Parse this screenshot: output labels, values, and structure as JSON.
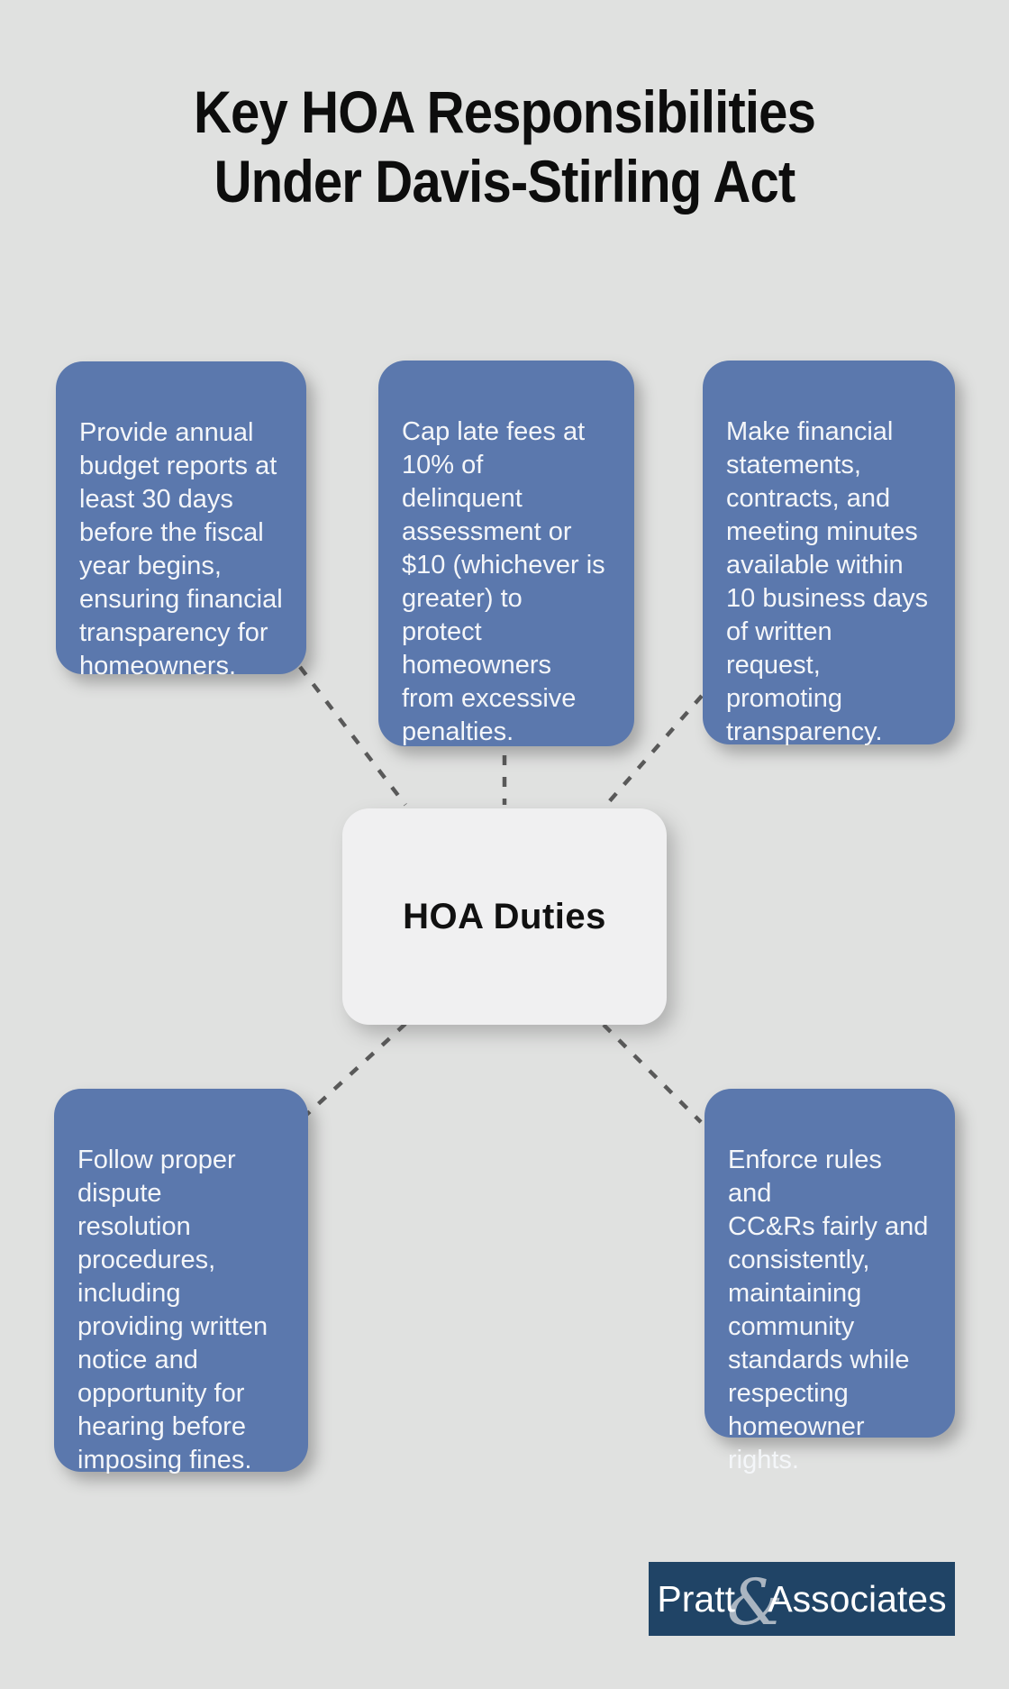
{
  "title": {
    "line1": "Key HOA Responsibilities",
    "line2": "Under Davis-Stirling Act"
  },
  "center": {
    "label": "HOA Duties"
  },
  "cards": [
    {
      "id": "annual-budget-reports",
      "text": "Provide annual\nbudget reports at\nleast 30 days\nbefore the fiscal\nyear begins,\nensuring financial\ntransparency for\nhomeowners."
    },
    {
      "id": "cap-late-fees",
      "text": "Cap late fees at\n10% of\ndelinquent\nassessment or\n$10 (whichever is\ngreater) to\nprotect\nhomeowners\nfrom excessive\npenalties."
    },
    {
      "id": "records-access",
      "text": "Make financial\nstatements,\ncontracts, and\nmeeting minutes\navailable within\n10 business days\nof written\nrequest,\npromoting\ntransparency."
    },
    {
      "id": "dispute-resolution",
      "text": "Follow proper\ndispute\nresolution\nprocedures,\nincluding\nproviding written\nnotice and\nopportunity for\nhearing before\nimposing fines."
    },
    {
      "id": "enforce-rules",
      "text": "Enforce rules and\nCC&Rs fairly and\nconsistently,\nmaintaining\ncommunity\nstandards while\nrespecting\nhomeowner\nrights."
    }
  ],
  "logo": {
    "prefix": "Pratt",
    "ampersand": "&",
    "suffix": "Associates"
  },
  "colors": {
    "background": "#e0e1e0",
    "card_blue": "#5b78ad",
    "card_text": "#f4f6f9",
    "center_bg": "#f0f0f1",
    "center_text": "#111111",
    "connector": "#595959",
    "title_text": "#0d0d0d",
    "logo_bg": "#204466",
    "logo_text": "#ffffff",
    "ampersand": "#b9c2cb"
  }
}
